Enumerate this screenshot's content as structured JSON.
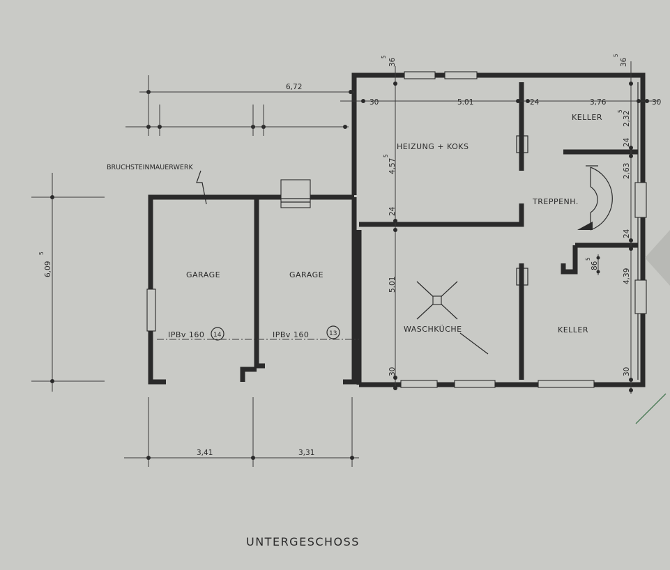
{
  "title": "UNTERGESCHOSS",
  "rooms": {
    "heizung": "HEIZUNG + KOKS",
    "keller_top": "KELLER",
    "treppenhaus": "TREPPENH.",
    "waschkueche": "WASCHKÜCHE",
    "keller_bottom": "KELLER",
    "garage_left": "GARAGE",
    "garage_right": "GARAGE"
  },
  "annotations": {
    "masonry": "BRUCHSTEINMAUERWERK",
    "beam_left": "IPBv 160",
    "beam_left_tag": "14",
    "beam_right": "IPBv 160",
    "beam_right_tag": "13"
  },
  "dimensions": {
    "top_total": "6,72",
    "left_wall": "30",
    "heizung_width": "5.01",
    "inner_wall_1": "24",
    "keller_width": "3,76",
    "right_wall": "30",
    "top_wall_left": "36",
    "top_wall_left_sup": "5",
    "top_wall_right": "36",
    "top_wall_right_sup": "5",
    "garage_height": "6,09",
    "garage_height_sup": "5",
    "heizung_height": "4,57",
    "heizung_height_sup": "5",
    "wall_mid_left": "24",
    "wasch_height": "5.01",
    "bottom_wall_left": "30",
    "keller_top_height": "2,32",
    "keller_top_height_sup": "5",
    "wall_right_1": "24",
    "trep_height": "2,63",
    "wall_right_2": "24",
    "step_depth": "86",
    "step_depth_sup": "5",
    "keller_bottom_height": "4,39",
    "bottom_wall_right": "30",
    "garage_left_width": "3,41",
    "garage_right_width": "3,31"
  }
}
